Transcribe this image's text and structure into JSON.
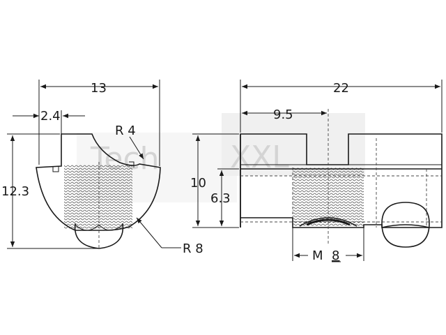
{
  "watermark": {
    "text_left": "Tech",
    "text_right": "XXL",
    "color": "#d0d0d0"
  },
  "dimensions": {
    "d_13": "13",
    "d_2_4": "2.4",
    "d_r4": "R 4",
    "d_12_3": "12.3",
    "d_r8": "R 8",
    "d_22": "22",
    "d_9_5": "9.5",
    "d_10": "10",
    "d_6_3": "6.3",
    "d_m8_prefix": "M",
    "d_m8_value": "8"
  },
  "colors": {
    "line": "#1a1a1a",
    "thread_hatch": "#555555"
  }
}
